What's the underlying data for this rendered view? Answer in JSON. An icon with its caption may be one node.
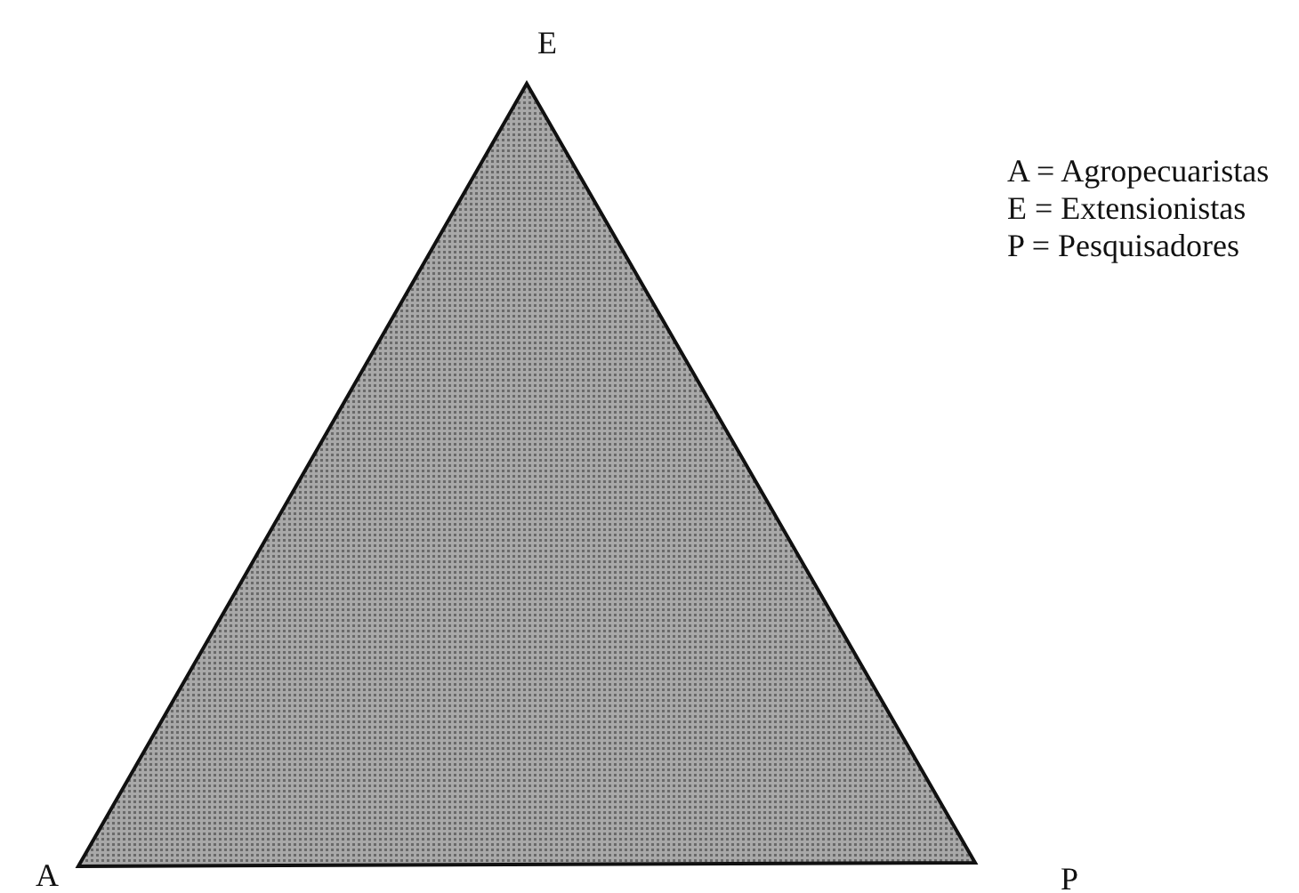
{
  "diagram": {
    "labels": [
      "E",
      "A = Agropecuaristas",
      "E = Extensionistas",
      "P = Pesquisadores",
      "A",
      "P"
    ]
  }
}
